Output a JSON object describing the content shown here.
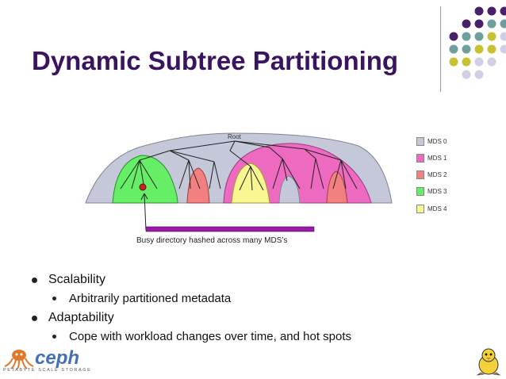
{
  "slide": {
    "title": "Dynamic Subtree Partitioning"
  },
  "diagram": {
    "root_label": "Root",
    "busy_caption": "Busy directory hashed across many MDS’s",
    "legend": [
      {
        "label": "MDS 0",
        "color": "#c4c8d8"
      },
      {
        "label": "MDS 1",
        "color": "#ee6ac0"
      },
      {
        "label": "MDS 2",
        "color": "#f28080"
      },
      {
        "label": "MDS 3",
        "color": "#66ee66"
      },
      {
        "label": "MDS 4",
        "color": "#f8f690"
      }
    ],
    "hash_bar_color": "#9a1aa8"
  },
  "bullets": {
    "item1": "Scalability",
    "item1_sub": "Arbitrarily partitioned metadata",
    "item2": "Adaptability",
    "item2_sub": "Cope with workload changes over time, and hot spots"
  },
  "logo": {
    "wordmark": "ceph",
    "tagline": "PETABYTE SCALE STORAGE"
  },
  "decor_colors": {
    "purple": "#4a1f6a",
    "teal": "#6f9e9e",
    "yellow": "#c8c232",
    "lavender": "#d0cfe6"
  }
}
